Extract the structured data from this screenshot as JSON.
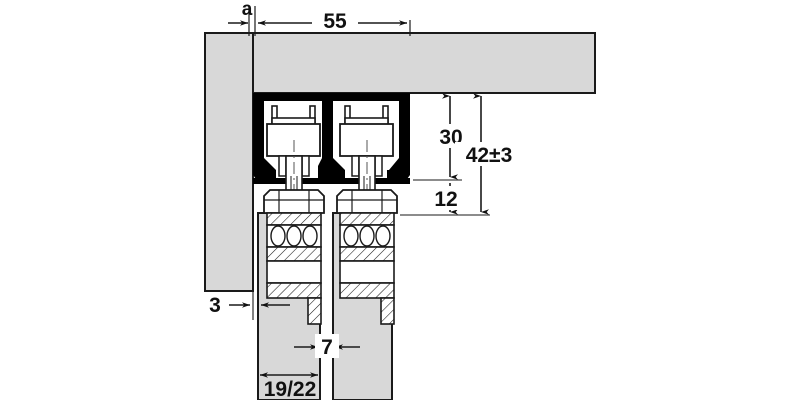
{
  "drawing": {
    "title": "Sliding door fitting cross-section",
    "type": "technical-cross-section",
    "background_color": "#ffffff",
    "line_color": "#1a1a1a",
    "panel_fill": "#d8d8d8",
    "profile_fill": "#000000",
    "part_fill": "#ffffff"
  },
  "dimensions": {
    "a": "a",
    "width_55": "55",
    "height_30": "30",
    "height_42": "42±3",
    "height_12": "12",
    "offset_3": "3",
    "gap_7": "7",
    "thickness_19_22": "19/22"
  },
  "parts": {
    "ceiling_panel": "ceiling-panel",
    "side_panel": "side-wall-panel",
    "track_profile": "twin-channel-track-profile",
    "roller_carriage_left": "roller-carriage-left",
    "roller_carriage_right": "roller-carriage-right",
    "hex_nut_left": "hex-nut-left",
    "hex_nut_right": "hex-nut-right",
    "bracket_left": "suspension-bracket-left",
    "bracket_right": "suspension-bracket-right",
    "door_panel_left": "door-panel-left",
    "door_panel_right": "door-panel-right"
  }
}
